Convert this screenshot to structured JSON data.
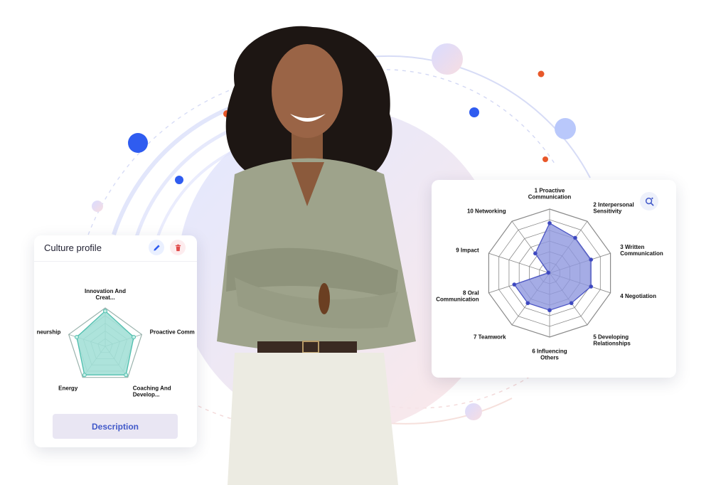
{
  "colors": {
    "accent_blue": "#2f5cf0",
    "accent_orange": "#e8582a",
    "culture_fill": "#9fded5",
    "culture_stroke": "#4fbfae",
    "competency_fill": "#8e97de",
    "competency_stroke": "#4b55c4",
    "description_button_bg": "#e9e6f3",
    "description_button_text": "#4159c9"
  },
  "culture_card": {
    "title": "Culture profile",
    "edit_icon": "pencil-icon",
    "delete_icon": "trash-icon",
    "radar": {
      "labels": [
        [
          "Innovation And",
          "Creat..."
        ],
        [
          "Proactive Comm"
        ],
        [
          "Coaching And",
          "Develop..."
        ],
        [
          "Energy"
        ],
        [
          "neurship"
        ]
      ],
      "values": [
        0.92,
        0.78,
        0.92,
        0.92,
        0.78
      ],
      "rings": 5
    },
    "description_label": "Description"
  },
  "competency_card": {
    "zoom_icon": "zoom-in-icon",
    "radar": {
      "labels": [
        [
          "1 Proactive",
          "Communication"
        ],
        [
          "2 Interpersonal",
          "Sensitivity"
        ],
        [
          "3 Written",
          "Communication"
        ],
        [
          "4 Negotiation"
        ],
        [
          "5 Developing",
          "Relationships"
        ],
        [
          "6 Influencing",
          "Others"
        ],
        [
          "7 Teamwork"
        ],
        [
          "8 Oral",
          "Communication"
        ],
        [
          "9 Impact"
        ],
        [
          "10 Networking"
        ]
      ],
      "values": [
        0.78,
        0.68,
        0.68,
        0.68,
        0.58,
        0.58,
        0.58,
        0.58,
        0.02,
        0.38
      ],
      "rings": 6
    }
  }
}
